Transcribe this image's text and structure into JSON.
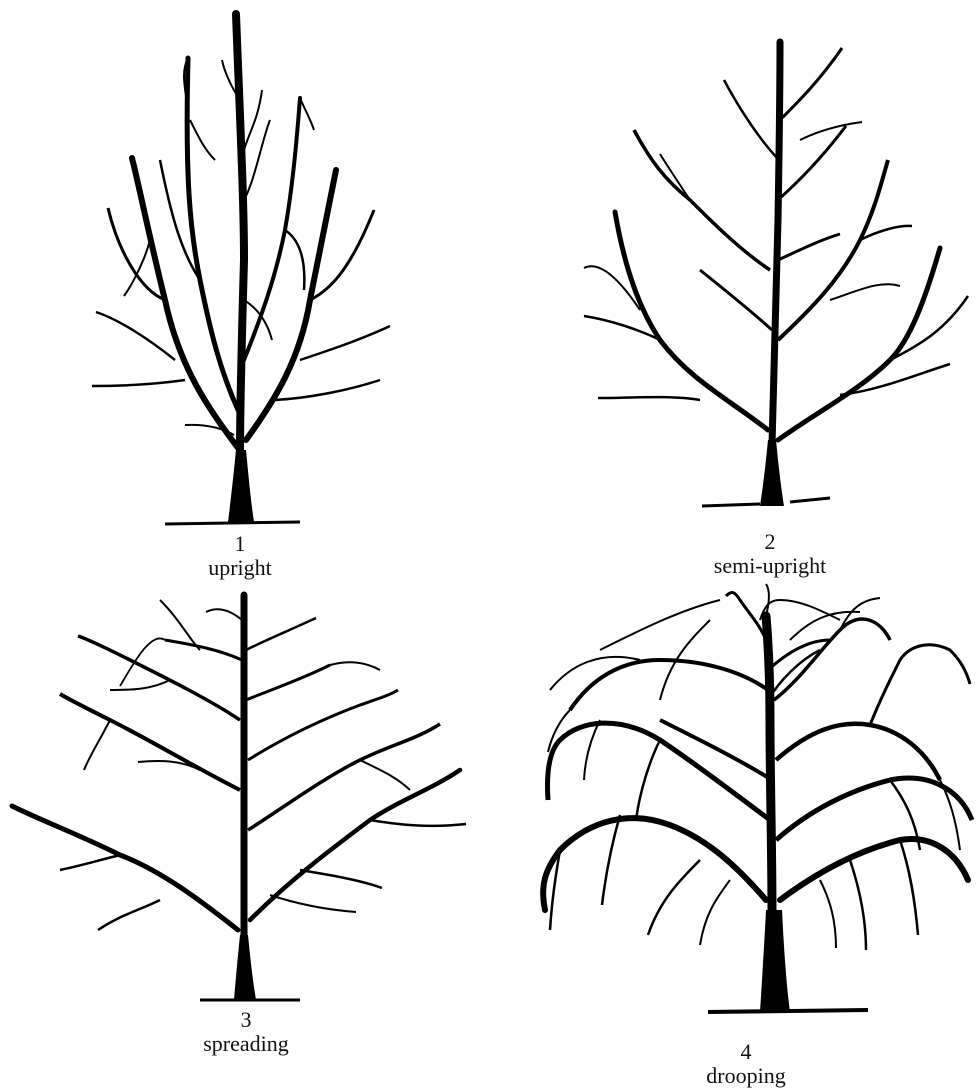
{
  "colors": {
    "ink": "#000000",
    "background": "#ffffff"
  },
  "trees": [
    {
      "number": "1",
      "name": "upright"
    },
    {
      "number": "2",
      "name": "semi-upright"
    },
    {
      "number": "3",
      "name": "spreading"
    },
    {
      "number": "4",
      "name": "drooping"
    }
  ]
}
